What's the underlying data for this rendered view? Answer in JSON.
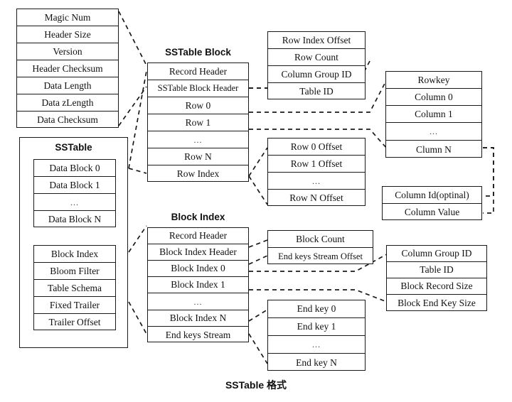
{
  "diagram": {
    "caption": "SSTable 格式",
    "ellipsis": "...",
    "groups": {
      "record_header": {
        "title": "",
        "rows": [
          "Magic Num",
          "Header Size",
          "Version",
          "Header Checksum",
          "Data Length",
          "Data zLength",
          "Data Checksum"
        ]
      },
      "sstable": {
        "title": "SSTable",
        "data_blocks": [
          "Data Block 0",
          "Data Block 1",
          "...",
          "Data Block N"
        ],
        "trailer": [
          "Block Index",
          "Bloom Filter",
          "Table Schema",
          "Fixed Trailer",
          "Trailer Offset"
        ]
      },
      "sstable_block": {
        "title": "SSTable Block",
        "rows": [
          "Record Header",
          "SSTable Block Header",
          "Row 0",
          "Row 1",
          "...",
          "Row N",
          "Row Index"
        ]
      },
      "block_index": {
        "title": "Block Index",
        "rows": [
          "Record Header",
          "Block Index Header",
          "Block Index 0",
          "Block Index 1",
          "...",
          "Block Index N",
          "End keys Stream"
        ]
      },
      "sstable_block_header": {
        "title": "",
        "rows": [
          "Row Index Offset",
          "Row Count",
          "Column Group ID",
          "Table ID"
        ]
      },
      "row_index": {
        "title": "",
        "rows": [
          "Row 0 Offset",
          "Row 1 Offset",
          "...",
          "Row N Offset"
        ]
      },
      "row_detail": {
        "title": "",
        "rows": [
          "Rowkey",
          "Column 0",
          "Column 1",
          "...",
          "Clumn N"
        ]
      },
      "column_detail": {
        "title": "",
        "rows": [
          "Column Id(optinal)",
          "Column Value"
        ]
      },
      "block_index_header": {
        "title": "",
        "rows": [
          "Block Count",
          "End keys Stream Offset"
        ]
      },
      "block_index_entry": {
        "title": "",
        "rows": [
          "Column Group ID",
          "Table ID",
          "Block Record Size",
          "Block End Key Size"
        ]
      },
      "end_keys": {
        "title": "",
        "rows": [
          "End key 0",
          "End key 1",
          "...",
          "End key N"
        ]
      }
    },
    "colors": {
      "line": "#1a1a1a",
      "text": "#111111",
      "background": "#ffffff"
    }
  }
}
